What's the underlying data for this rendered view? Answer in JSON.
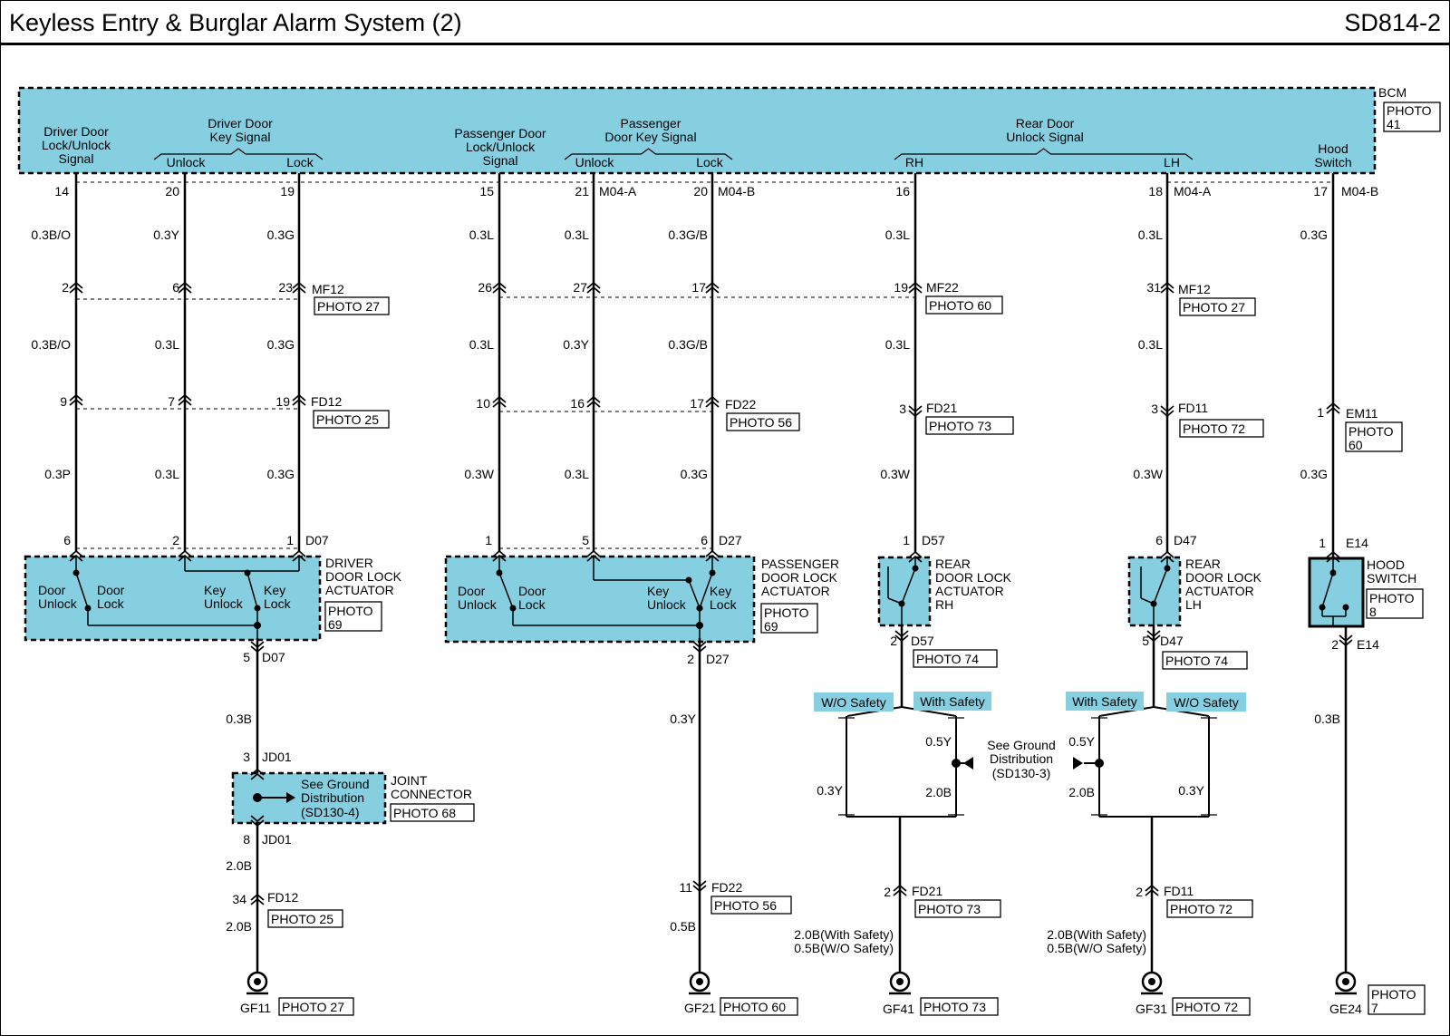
{
  "header": {
    "title": "Keyless Entry & Burglar Alarm System (2)",
    "code": "SD814-2"
  },
  "bcm": {
    "label": "BCM",
    "photo": [
      "PHOTO",
      "41"
    ]
  },
  "signals": [
    {
      "id": "sig-driver-lock",
      "lines": [
        "Driver Door",
        "Lock/Unlock",
        "Signal"
      ]
    },
    {
      "id": "sig-driver-key",
      "lines": [
        "Driver Door",
        "Key Signal"
      ]
    },
    {
      "id": "sig-pass-lock",
      "lines": [
        "Passenger Door",
        "Lock/Unlock",
        "Signal"
      ]
    },
    {
      "id": "sig-pass-key",
      "lines": [
        "Passenger",
        "Door Key Signal"
      ]
    },
    {
      "id": "sig-rear",
      "lines": [
        "Rear Door",
        "Unlock Signal"
      ]
    },
    {
      "id": "sig-hood",
      "lines": [
        "Hood",
        "Switch"
      ]
    }
  ],
  "sublabels": {
    "unlock": "Unlock",
    "lock": "Lock",
    "rh": "RH",
    "lh": "LH"
  },
  "pins": [
    {
      "id": "p14",
      "text": "14"
    },
    {
      "id": "p20a",
      "text": "20"
    },
    {
      "id": "p19",
      "text": "19"
    },
    {
      "id": "p15",
      "text": "15"
    },
    {
      "id": "p21",
      "text": "21"
    },
    {
      "id": "p20b",
      "text": "20"
    },
    {
      "id": "p16",
      "text": "16"
    },
    {
      "id": "p18",
      "text": "18"
    },
    {
      "id": "p17",
      "text": "17"
    },
    {
      "id": "r2",
      "text": "2"
    },
    {
      "id": "r6",
      "text": "6"
    },
    {
      "id": "r23",
      "text": "23"
    },
    {
      "id": "r26",
      "text": "26"
    },
    {
      "id": "r27",
      "text": "27"
    },
    {
      "id": "r17",
      "text": "17"
    },
    {
      "id": "r19",
      "text": "19"
    },
    {
      "id": "r31",
      "text": "31"
    },
    {
      "id": "s9",
      "text": "9"
    },
    {
      "id": "s7",
      "text": "7"
    },
    {
      "id": "s19",
      "text": "19"
    },
    {
      "id": "s10",
      "text": "10"
    },
    {
      "id": "s16",
      "text": "16"
    },
    {
      "id": "s17",
      "text": "17"
    },
    {
      "id": "s3a",
      "text": "3"
    },
    {
      "id": "s3b",
      "text": "3"
    },
    {
      "id": "s1",
      "text": "1"
    },
    {
      "id": "t6",
      "text": "6"
    },
    {
      "id": "t2",
      "text": "2"
    },
    {
      "id": "t1",
      "text": "1"
    },
    {
      "id": "t1b",
      "text": "1"
    },
    {
      "id": "t5",
      "text": "5"
    },
    {
      "id": "t6b",
      "text": "6"
    },
    {
      "id": "t1c",
      "text": "1"
    },
    {
      "id": "t6c",
      "text": "6"
    },
    {
      "id": "t1d",
      "text": "1"
    },
    {
      "id": "u5",
      "text": "5"
    },
    {
      "id": "u2",
      "text": "2"
    },
    {
      "id": "u2b",
      "text": "2"
    },
    {
      "id": "u5b",
      "text": "5"
    },
    {
      "id": "u2c",
      "text": "2"
    },
    {
      "id": "j3",
      "text": "3"
    },
    {
      "id": "j8",
      "text": "8"
    },
    {
      "id": "j34",
      "text": "34"
    },
    {
      "id": "j11",
      "text": "11"
    },
    {
      "id": "j2a",
      "text": "2"
    },
    {
      "id": "j2b",
      "text": "2"
    }
  ],
  "connectors": [
    {
      "id": "c-m04a-1",
      "text": "M04-A"
    },
    {
      "id": "c-m04b-1",
      "text": "M04-B"
    },
    {
      "id": "c-m04a-2",
      "text": "M04-A"
    },
    {
      "id": "c-m04b-2",
      "text": "M04-B"
    },
    {
      "id": "c-mf12-1",
      "text": "MF12"
    },
    {
      "id": "c-mf22",
      "text": "MF22"
    },
    {
      "id": "c-mf12-2",
      "text": "MF12"
    },
    {
      "id": "c-fd12-1",
      "text": "FD12"
    },
    {
      "id": "c-fd22-1",
      "text": "FD22"
    },
    {
      "id": "c-fd21-1",
      "text": "FD21"
    },
    {
      "id": "c-fd11-1",
      "text": "FD11"
    },
    {
      "id": "c-em11",
      "text": "EM11"
    },
    {
      "id": "c-d07-1",
      "text": "D07"
    },
    {
      "id": "c-d27-1",
      "text": "D27"
    },
    {
      "id": "c-d57-1",
      "text": "D57"
    },
    {
      "id": "c-d47-1",
      "text": "D47"
    },
    {
      "id": "c-e14-1",
      "text": "E14"
    },
    {
      "id": "c-d07-2",
      "text": "D07"
    },
    {
      "id": "c-d27-2",
      "text": "D27"
    },
    {
      "id": "c-d57-2",
      "text": "D57"
    },
    {
      "id": "c-d47-2",
      "text": "D47"
    },
    {
      "id": "c-e14-2",
      "text": "E14"
    },
    {
      "id": "c-jd01-1",
      "text": "JD01"
    },
    {
      "id": "c-jd01-2",
      "text": "JD01"
    },
    {
      "id": "c-fd12-2",
      "text": "FD12"
    },
    {
      "id": "c-fd22-2",
      "text": "FD22"
    },
    {
      "id": "c-fd21-2",
      "text": "FD21"
    },
    {
      "id": "c-fd11-2",
      "text": "FD11"
    },
    {
      "id": "c-gf11",
      "text": "GF11"
    },
    {
      "id": "c-gf21",
      "text": "GF21"
    },
    {
      "id": "c-gf41",
      "text": "GF41"
    },
    {
      "id": "c-gf31",
      "text": "GF31"
    },
    {
      "id": "c-ge24",
      "text": "GE24"
    },
    {
      "id": "c-sd130-4",
      "text": "(SD130-4)"
    },
    {
      "id": "c-sd130-3",
      "text": "(SD130-3)"
    }
  ],
  "photos": [
    {
      "id": "ph-mf12-1",
      "lines": [
        "PHOTO 27"
      ]
    },
    {
      "id": "ph-mf22",
      "lines": [
        "PHOTO 60"
      ]
    },
    {
      "id": "ph-mf12-2",
      "lines": [
        "PHOTO 27"
      ]
    },
    {
      "id": "ph-fd12-1",
      "lines": [
        "PHOTO 25"
      ]
    },
    {
      "id": "ph-fd22-1",
      "lines": [
        "PHOTO 56"
      ]
    },
    {
      "id": "ph-fd21-1",
      "lines": [
        "PHOTO 73"
      ]
    },
    {
      "id": "ph-fd11-1",
      "lines": [
        "PHOTO 72"
      ]
    },
    {
      "id": "ph-em11",
      "lines": [
        "PHOTO",
        "60"
      ]
    },
    {
      "id": "ph-drv",
      "lines": [
        "PHOTO",
        "69"
      ]
    },
    {
      "id": "ph-pass",
      "lines": [
        "PHOTO",
        "69"
      ]
    },
    {
      "id": "ph-hood",
      "lines": [
        "PHOTO",
        "8"
      ]
    },
    {
      "id": "ph-d57",
      "lines": [
        "PHOTO 74"
      ]
    },
    {
      "id": "ph-d47",
      "lines": [
        "PHOTO 74"
      ]
    },
    {
      "id": "ph-jc",
      "lines": [
        "PHOTO 68"
      ]
    },
    {
      "id": "ph-fd12-2",
      "lines": [
        "PHOTO 25"
      ]
    },
    {
      "id": "ph-fd22-2",
      "lines": [
        "PHOTO 56"
      ]
    },
    {
      "id": "ph-fd21-2",
      "lines": [
        "PHOTO 73"
      ]
    },
    {
      "id": "ph-fd11-2",
      "lines": [
        "PHOTO 72"
      ]
    },
    {
      "id": "ph-gf11",
      "lines": [
        "PHOTO 27"
      ]
    },
    {
      "id": "ph-gf21",
      "lines": [
        "PHOTO 60"
      ]
    },
    {
      "id": "ph-gf41",
      "lines": [
        "PHOTO 73"
      ]
    },
    {
      "id": "ph-gf31",
      "lines": [
        "PHOTO 72"
      ]
    },
    {
      "id": "ph-ge24",
      "lines": [
        "PHOTO",
        "7"
      ]
    }
  ],
  "wires": [
    {
      "id": "w1",
      "text": "0.3B/O"
    },
    {
      "id": "w2",
      "text": "0.3Y"
    },
    {
      "id": "w3",
      "text": "0.3G"
    },
    {
      "id": "w4",
      "text": "0.3L"
    },
    {
      "id": "w5",
      "text": "0.3L"
    },
    {
      "id": "w6",
      "text": "0.3G/B"
    },
    {
      "id": "w7",
      "text": "0.3L"
    },
    {
      "id": "w8",
      "text": "0.3L"
    },
    {
      "id": "w9",
      "text": "0.3G"
    },
    {
      "id": "w10",
      "text": "0.3B/O"
    },
    {
      "id": "w11",
      "text": "0.3L"
    },
    {
      "id": "w12",
      "text": "0.3G"
    },
    {
      "id": "w13",
      "text": "0.3L"
    },
    {
      "id": "w14",
      "text": "0.3Y"
    },
    {
      "id": "w15",
      "text": "0.3G/B"
    },
    {
      "id": "w16",
      "text": "0.3L"
    },
    {
      "id": "w17",
      "text": "0.3L"
    },
    {
      "id": "w18",
      "text": "0.3P"
    },
    {
      "id": "w19",
      "text": "0.3L"
    },
    {
      "id": "w20",
      "text": "0.3G"
    },
    {
      "id": "w21",
      "text": "0.3W"
    },
    {
      "id": "w22",
      "text": "0.3L"
    },
    {
      "id": "w23",
      "text": "0.3G"
    },
    {
      "id": "w24",
      "text": "0.3W"
    },
    {
      "id": "w25",
      "text": "0.3W"
    },
    {
      "id": "w26",
      "text": "0.3G"
    },
    {
      "id": "w27",
      "text": "0.3B"
    },
    {
      "id": "w28",
      "text": "0.3Y"
    },
    {
      "id": "w29",
      "text": "0.3B"
    },
    {
      "id": "w30",
      "text": "0.5Y"
    },
    {
      "id": "w31",
      "text": "0.3Y"
    },
    {
      "id": "w32",
      "text": "2.0B"
    },
    {
      "id": "w33",
      "text": "0.5Y"
    },
    {
      "id": "w34",
      "text": "2.0B"
    },
    {
      "id": "w35",
      "text": "0.3Y"
    },
    {
      "id": "w36",
      "text": "2.0B"
    },
    {
      "id": "w37",
      "text": "2.0B"
    },
    {
      "id": "w38",
      "text": "0.5B"
    }
  ],
  "wire_notes": [
    {
      "id": "wn1",
      "text": "2.0B(With Safety)"
    },
    {
      "id": "wn2",
      "text": "0.5B(W/O Safety)"
    },
    {
      "id": "wn3",
      "text": "2.0B(With Safety)"
    },
    {
      "id": "wn4",
      "text": "0.5B(W/O Safety)"
    }
  ],
  "components": [
    {
      "id": "comp-driver",
      "lines": [
        "DRIVER",
        "DOOR LOCK",
        "ACTUATOR"
      ]
    },
    {
      "id": "comp-pass",
      "lines": [
        "PASSENGER",
        "DOOR LOCK",
        "ACTUATOR"
      ]
    },
    {
      "id": "comp-rh",
      "lines": [
        "REAR",
        "DOOR LOCK",
        "ACTUATOR",
        "RH"
      ]
    },
    {
      "id": "comp-lh",
      "lines": [
        "REAR",
        "DOOR LOCK",
        "ACTUATOR",
        "LH"
      ]
    },
    {
      "id": "comp-hood",
      "lines": [
        "HOOD",
        "SWITCH"
      ]
    },
    {
      "id": "comp-joint",
      "lines": [
        "JOINT",
        "CONNECTOR"
      ]
    }
  ],
  "switch_labels": {
    "door_unlock": [
      "Door",
      "Unlock"
    ],
    "door_lock": [
      "Door",
      "Lock"
    ],
    "key_unlock": [
      "Key",
      "Unlock"
    ],
    "key_lock": [
      "Key",
      "Lock"
    ]
  },
  "options": {
    "wo_safety": "W/O Safety",
    "with_safety": "With Safety"
  },
  "ground_dist": [
    "See Ground",
    "Distribution"
  ],
  "colors": {
    "component_fill": "#86cfe0",
    "connector_text": "#1e2db5",
    "line": "#000000"
  }
}
